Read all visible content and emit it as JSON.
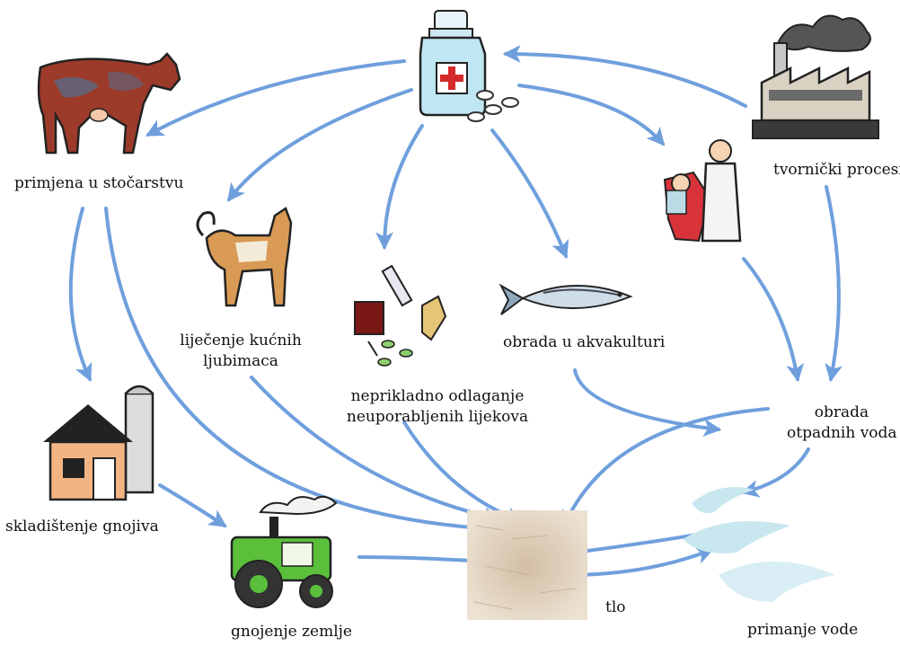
{
  "diagram": {
    "nodes": {
      "medicine": {
        "icon": "medicine-bottle-icon"
      },
      "livestock": {
        "label": "primjena u stočarstvu",
        "icon": "cow-icon"
      },
      "factory": {
        "label": "tvornički procesi",
        "icon": "factory-icon"
      },
      "dentist": {
        "icon": "dentist-icon"
      },
      "pets": {
        "label_line1": "liječenje kućnih",
        "label_line2": "ljubimaca",
        "icon": "dog-icon"
      },
      "disposal": {
        "label_line1": "neprikladno odlaganje",
        "label_line2": "neuporabljenih lijekova",
        "icon": "syringe-waste-icon"
      },
      "aquaculture": {
        "label": "obrada u akvakulturi",
        "icon": "fish-icon"
      },
      "wastewater": {
        "label_line1": "obrada",
        "label_line2": "otpadnih voda"
      },
      "manure_storage": {
        "label": "skladištenje gnojiva",
        "icon": "barn-icon"
      },
      "fertilizing": {
        "label": "gnojenje zemlje",
        "icon": "tractor-icon"
      },
      "soil": {
        "label": "tlo",
        "icon": "soil-icon"
      },
      "water": {
        "label": "primanje vode",
        "icon": "water-wave-icon"
      }
    },
    "colors": {
      "arrow": "#6f9fdd",
      "soil": "#e3d2bd",
      "water": "#c9e7ef"
    }
  }
}
